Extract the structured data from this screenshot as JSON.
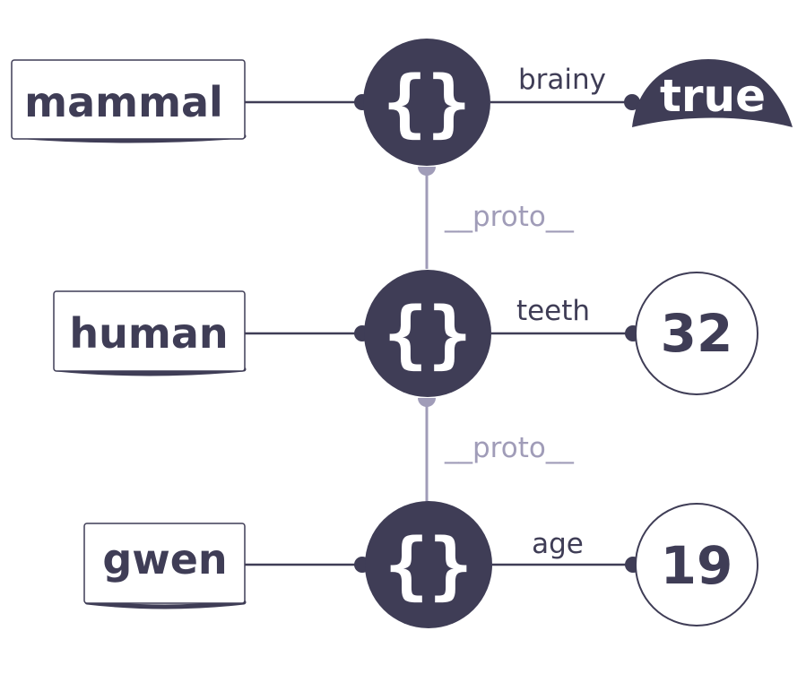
{
  "colors": {
    "node_fill": "#3f3d56",
    "edge": "#3f3d56",
    "proto_edge": "#a09cb8",
    "background": "#ffffff"
  },
  "object_symbol": "{}",
  "variables": {
    "mammal": "mammal",
    "human": "human",
    "gwen": "gwen"
  },
  "properties": {
    "brainy": "brainy",
    "teeth": "teeth",
    "age": "age"
  },
  "values": {
    "brainy": "true",
    "teeth": "32",
    "age": "19"
  },
  "proto_links": [
    "__proto__",
    "__proto__"
  ]
}
